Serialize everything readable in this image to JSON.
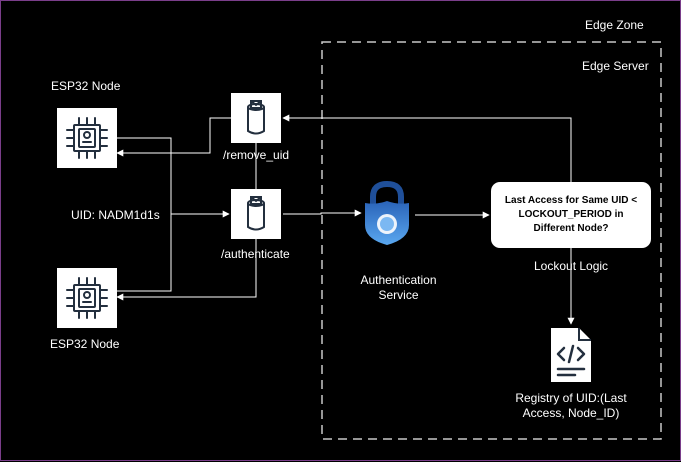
{
  "zones": {
    "edge_zone_label": "Edge Zone",
    "edge_server_label": "Edge Server"
  },
  "nodes": {
    "top_label": "ESP32 Node",
    "bottom_label": "ESP32 Node",
    "icon": "chip-icon"
  },
  "topics": {
    "remove_label": "/remove_uid",
    "authenticate_label": "/authenticate",
    "icon": "message-queue-icon"
  },
  "uid_label": "UID: NADM1d1s",
  "auth_service": {
    "label": "Authentication Service",
    "icon": "lock-shield-icon",
    "color": "#3f8ee0"
  },
  "lockout": {
    "condition": "Last Access for Same UID < LOCKOUT_PERIOD in Different Node?",
    "label": "Lockout Logic"
  },
  "registry": {
    "label": "Registry of UID:(Last Access, Node_ID)",
    "icon": "code-file-icon"
  },
  "colors": {
    "background": "#000000",
    "line": "#ffffff",
    "frame": "#7a3e8a"
  }
}
